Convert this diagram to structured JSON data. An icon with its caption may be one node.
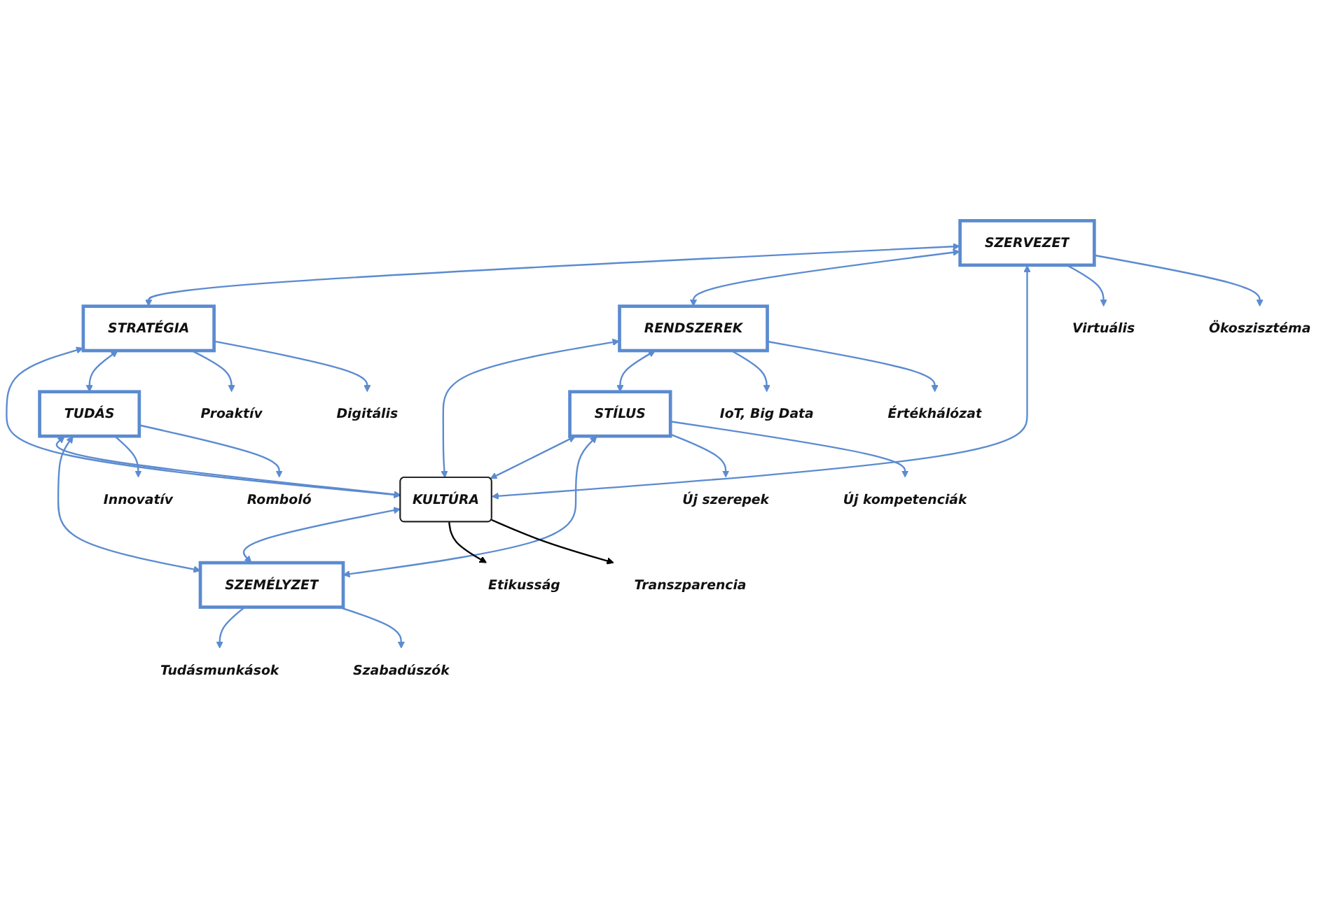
{
  "diagram": {
    "nodes": [
      {
        "text": [
          "SZERVEZET"
        ]
      },
      {
        "text": [
          "STRATÉGIA"
        ]
      },
      {
        "text": [
          "RENDSZEREK"
        ]
      },
      {
        "text": [
          "KULTÚRA"
        ]
      },
      {
        "text": [
          "TUDÁS"
        ]
      },
      {
        "text": [
          "STÍLUS"
        ]
      },
      {
        "text": [
          "SZEMÉLYZET"
        ]
      },
      {
        "text": [
          "Virtuális"
        ]
      },
      {
        "text": [
          "Ökoszisztéma"
        ]
      },
      {
        "text": [
          "Proaktív"
        ]
      },
      {
        "text": [
          "IoT, Big Data"
        ]
      },
      {
        "text": [
          "Digitális"
        ]
      },
      {
        "text": [
          "Értékhálózat"
        ]
      },
      {
        "text": [
          "Etikusság"
        ]
      },
      {
        "text": [
          "Transzparencia"
        ]
      },
      {
        "text": [
          "Innovatív"
        ]
      },
      {
        "text": [
          "Új szerepek"
        ]
      },
      {
        "text": [
          "Romboló"
        ]
      },
      {
        "text": [
          "Új kompetenciák"
        ]
      },
      {
        "text": [
          "Tudásmunkások"
        ]
      },
      {
        "text": [
          "Szabadúszók"
        ]
      }
    ],
    "edges": [
      {
        "from": 0,
        "to": 1,
        "arrow": "both"
      },
      {
        "from": 0,
        "to": 2,
        "arrow": "both"
      },
      {
        "from": 0,
        "to": 3,
        "arrow": "both"
      },
      {
        "from": 1,
        "to": 3,
        "arrow": "both"
      },
      {
        "from": 2,
        "to": 3,
        "arrow": "both"
      },
      {
        "from": 1,
        "to": 4,
        "arrow": "both"
      },
      {
        "from": 2,
        "to": 5,
        "arrow": "both"
      },
      {
        "from": 4,
        "to": 3,
        "arrow": "both"
      },
      {
        "from": 5,
        "to": 3,
        "arrow": "both"
      },
      {
        "from": 3,
        "to": 6,
        "arrow": "both"
      },
      {
        "from": 4,
        "to": 6,
        "arrow": "both"
      },
      {
        "from": 5,
        "to": 6,
        "arrow": "both"
      },
      {
        "from": 0,
        "to": 7,
        "arrow": "to"
      },
      {
        "from": 0,
        "to": 8,
        "arrow": "to"
      },
      {
        "from": 1,
        "to": 9,
        "arrow": "to"
      },
      {
        "from": 1,
        "to": 11,
        "arrow": "to"
      },
      {
        "from": 2,
        "to": 10,
        "arrow": "to"
      },
      {
        "from": 2,
        "to": 12,
        "arrow": "to"
      },
      {
        "from": 3,
        "to": 13,
        "arrow": "to",
        "color": "#000000"
      },
      {
        "from": 3,
        "to": 14,
        "arrow": "to",
        "color": "#000000"
      },
      {
        "from": 4,
        "to": 15,
        "arrow": "to"
      },
      {
        "from": 4,
        "to": 17,
        "arrow": "to"
      },
      {
        "from": 5,
        "to": 16,
        "arrow": "to"
      },
      {
        "from": 5,
        "to": 18,
        "arrow": "to"
      },
      {
        "from": 6,
        "to": 19,
        "arrow": "to"
      },
      {
        "from": 6,
        "to": 20,
        "arrow": "to"
      }
    ]
  }
}
